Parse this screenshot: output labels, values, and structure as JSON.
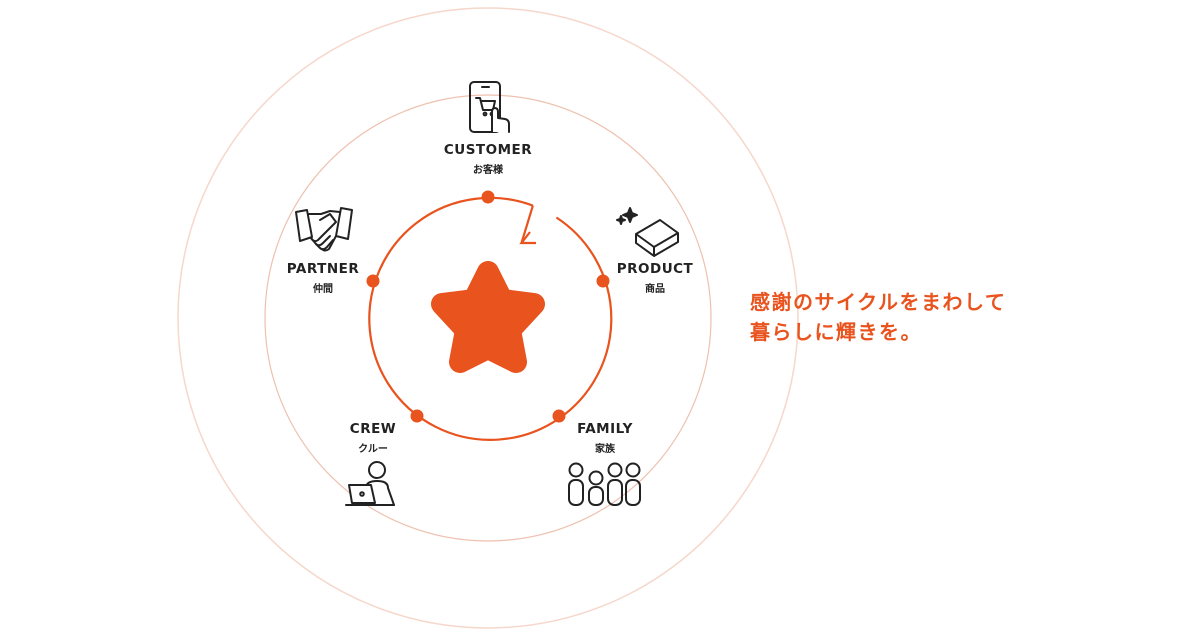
{
  "colors": {
    "accent": "#e8531e",
    "outer_ring": "#f6d7cb",
    "middle_ring": "#eec0ae",
    "icon_stroke": "#222222"
  },
  "nodes": [
    {
      "id": "customer",
      "en": "CUSTOMER",
      "ja": "お客様",
      "icon": "smartphone-cart-icon"
    },
    {
      "id": "product",
      "en": "PRODUCT",
      "ja": "商品",
      "icon": "box-sparkle-icon"
    },
    {
      "id": "family",
      "en": "FAMILY",
      "ja": "家族",
      "icon": "family-icon"
    },
    {
      "id": "crew",
      "en": "CREW",
      "ja": "クルー",
      "icon": "person-laptop-icon"
    },
    {
      "id": "partner",
      "en": "PARTNER",
      "ja": "仲間",
      "icon": "handshake-icon"
    }
  ],
  "center_icon": "star-logo-icon",
  "tagline": {
    "line1": "感謝のサイクルをまわして",
    "line2": "暮らしに輝きを。"
  }
}
